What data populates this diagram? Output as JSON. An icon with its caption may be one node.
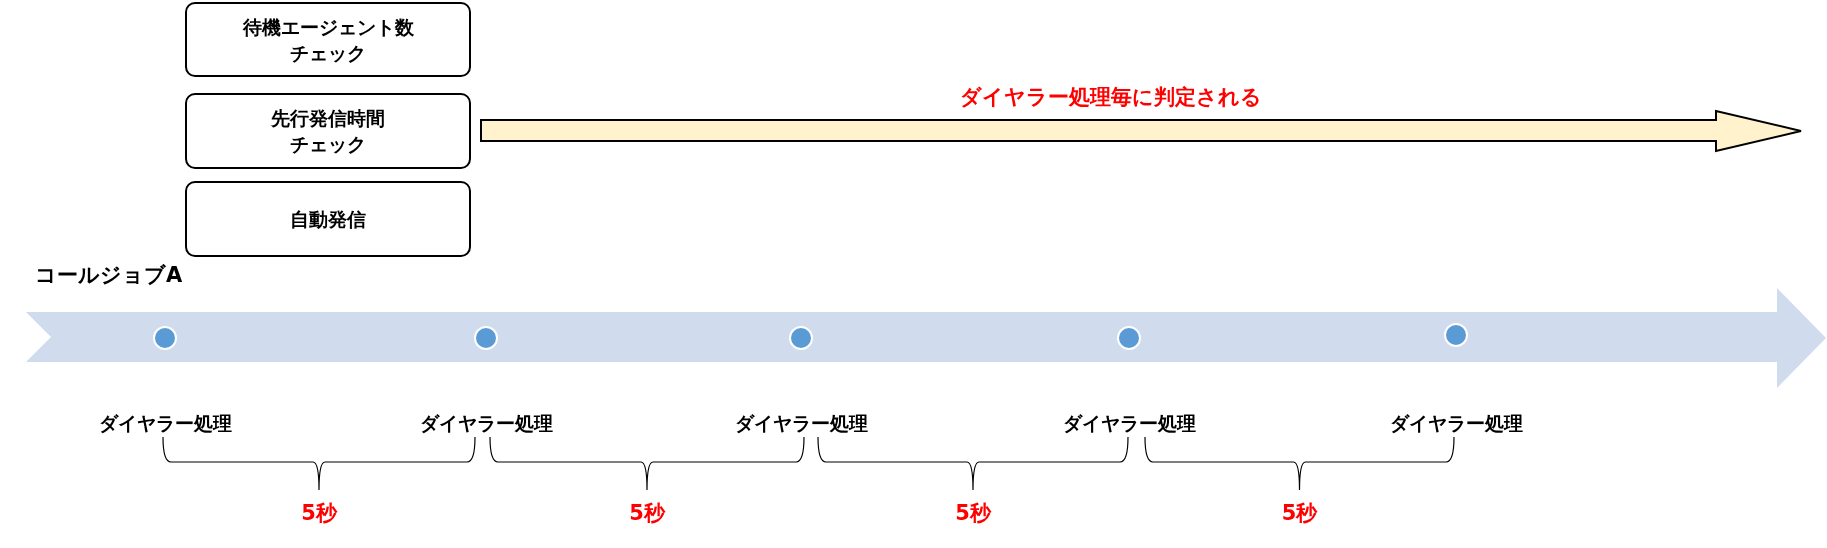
{
  "diagram": {
    "nodes": [
      {
        "text": [
          "待機エージェント数チェック"
        ]
      },
      {
        "text": [
          "先行発信時間チェック"
        ]
      },
      {
        "text": [
          "自動発信"
        ]
      },
      {
        "text": [
          "ダイヤラー処理毎に判定される"
        ]
      },
      {
        "text": [
          "コールジョブA"
        ]
      },
      {
        "text": [],
        "shape": "circle",
        "in": 4,
        "beside": [
          "ダイヤラー処理"
        ]
      },
      {
        "text": [],
        "shape": "circle",
        "in": 4,
        "beside": [
          "ダイヤラー処理"
        ]
      },
      {
        "text": [],
        "shape": "circle",
        "in": 4,
        "beside": [
          "ダイヤラー処理"
        ]
      },
      {
        "text": [],
        "shape": "circle",
        "in": 4,
        "beside": [
          "ダイヤラー処理"
        ]
      },
      {
        "text": [],
        "shape": "circle",
        "in": 4,
        "beside": [
          "ダイヤラー処理"
        ]
      }
    ],
    "labels": [
      "5秒",
      "5秒",
      "5秒",
      "5秒"
    ]
  }
}
